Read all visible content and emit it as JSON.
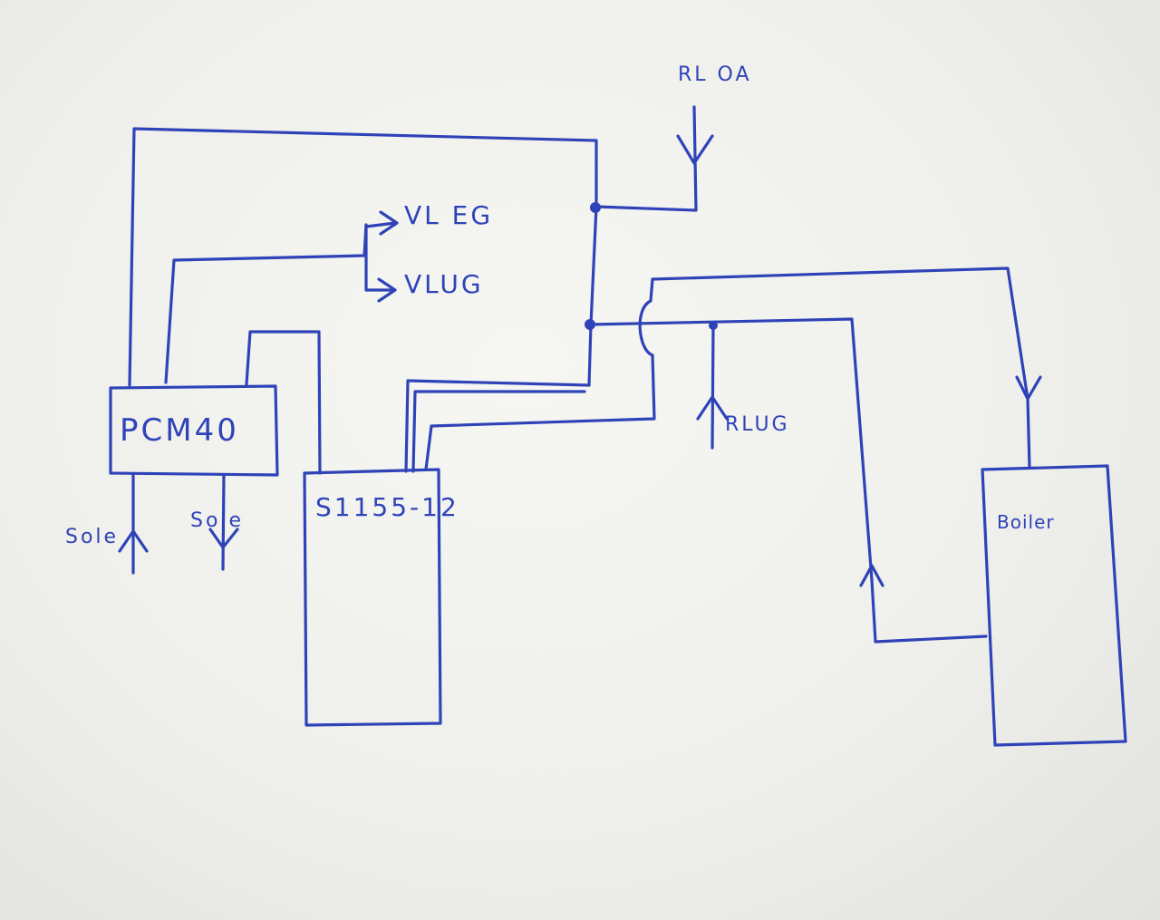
{
  "colors": {
    "ink": "#2f43b8",
    "paper": "#f3f3f0"
  },
  "labels": {
    "rl_oa": "RL OA",
    "vl_eg": "VL EG",
    "vl_ug": "VLUG",
    "pcm": "PCM40",
    "s1155": "S1155-12",
    "rl_ug": "RLUG",
    "boiler": "Boiler",
    "sole_in": "Sole",
    "sole_out": "Sole"
  }
}
